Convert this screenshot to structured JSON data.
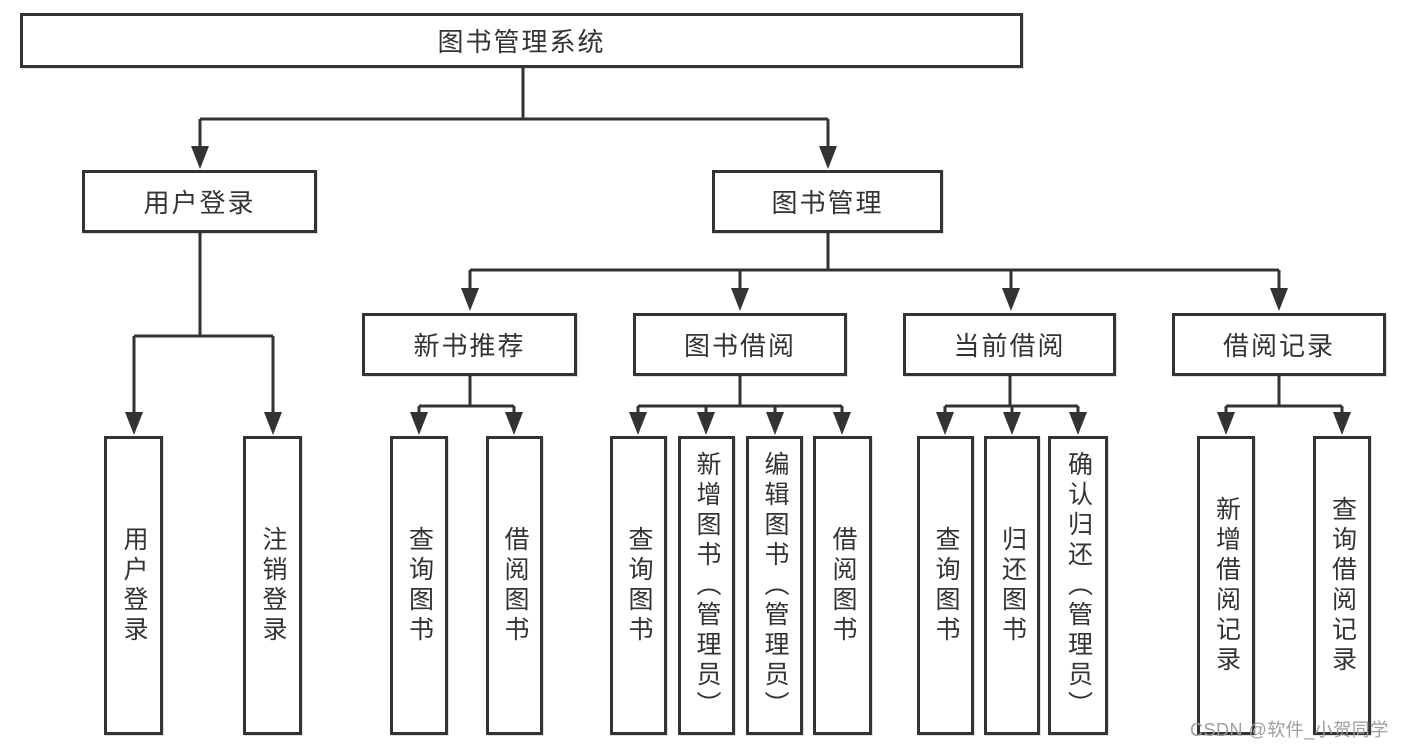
{
  "theme": {
    "background": "#ffffff",
    "box_background": "#ffffff",
    "line_color": "#333333",
    "border_color": "#333333",
    "text_color": "#333333",
    "watermark_color": "#9e9e9e"
  },
  "watermark": "CSDN @软件_小贺同学",
  "tree": {
    "label": "图书管理系统",
    "children": [
      {
        "label": "用户登录",
        "children": [
          {
            "label": "用户登录"
          },
          {
            "label": "注销登录"
          }
        ]
      },
      {
        "label": "图书管理",
        "children": [
          {
            "label": "新书推荐",
            "children": [
              {
                "label": "查询图书"
              },
              {
                "label": "借阅图书"
              }
            ]
          },
          {
            "label": "图书借阅",
            "children": [
              {
                "label": "查询图书"
              },
              {
                "label": "新增图书（管理员）"
              },
              {
                "label": "编辑图书（管理员）"
              },
              {
                "label": "借阅图书"
              }
            ]
          },
          {
            "label": "当前借阅",
            "children": [
              {
                "label": "查询图书"
              },
              {
                "label": "归还图书"
              },
              {
                "label": "确认归还（管理员）"
              }
            ]
          },
          {
            "label": "借阅记录",
            "children": [
              {
                "label": "新增借阅记录"
              },
              {
                "label": "查询借阅记录"
              }
            ]
          }
        ]
      }
    ]
  }
}
